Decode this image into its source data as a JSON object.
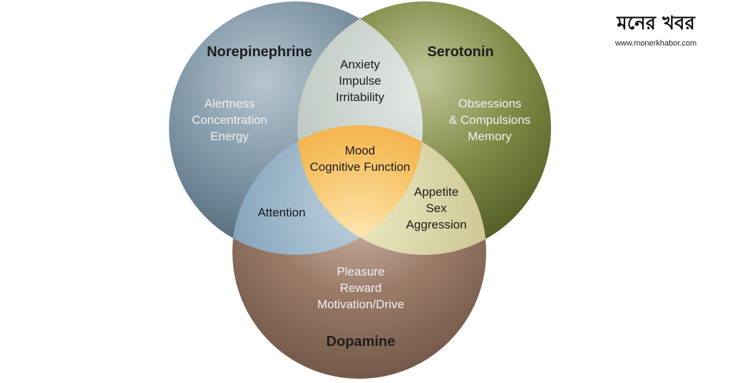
{
  "brand": {
    "logo_text": "মনের খবর",
    "url": "www.monerkhabor.com"
  },
  "colors": {
    "norepinephrine": "#6f8696",
    "serotonin": "#6b7833",
    "dopamine": "#8c6e5c",
    "ne_se_overlap": "#c7d0cc",
    "ne_da_overlap": "#86a6c0",
    "se_da_overlap": "#ccc99a",
    "center": "#f3b34e"
  },
  "circles": {
    "norepinephrine": {
      "title": "Norepinephrine",
      "functions": [
        "Alertness",
        "Concentration",
        "Energy"
      ]
    },
    "serotonin": {
      "title": "Serotonin",
      "functions": [
        "Obsessions",
        "& Compulsions",
        "Memory"
      ]
    },
    "dopamine": {
      "title": "Dopamine",
      "functions": [
        "Pleasure",
        "Reward",
        "Motivation/Drive"
      ]
    }
  },
  "overlaps": {
    "ne_se": [
      "Anxiety",
      "Impulse",
      "Irritability"
    ],
    "ne_da": [
      "Attention"
    ],
    "se_da": [
      "Appetite",
      "Sex",
      "Aggression"
    ],
    "center": [
      "Mood",
      "Cognitive Function"
    ]
  }
}
